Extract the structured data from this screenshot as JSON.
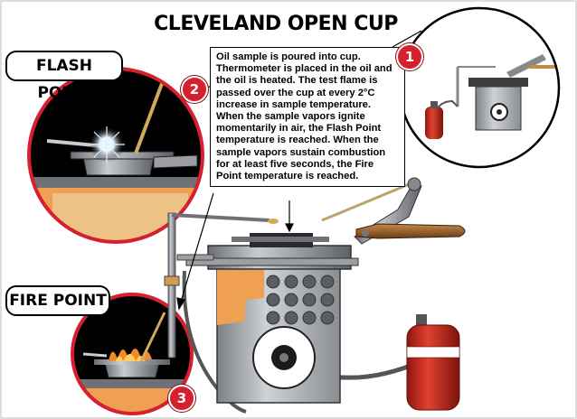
{
  "title": "CLEVELAND OPEN CUP",
  "description": "Oil sample is poured into cup. Thermometer is placed in the oil and the oil is heated. The test flame is passed over the cup at every 2°C increase in sample temperature. When the  sample vapors ignite momentarily in air, the Flash Point temperature is reached. When the sample vapors sustain combustion for at least five seconds, the Fire Point temperature is reached.",
  "labels": {
    "flash_point": "FLASH POINT",
    "fire_point": "FIRE POINT"
  },
  "badges": {
    "one": "1",
    "two": "2",
    "three": "3"
  },
  "colors": {
    "badge_red": "#d5202e",
    "cylinder_red": "#c62a1f",
    "heater_gray": "#9da0a5",
    "flame_orange": "#f08a24"
  }
}
